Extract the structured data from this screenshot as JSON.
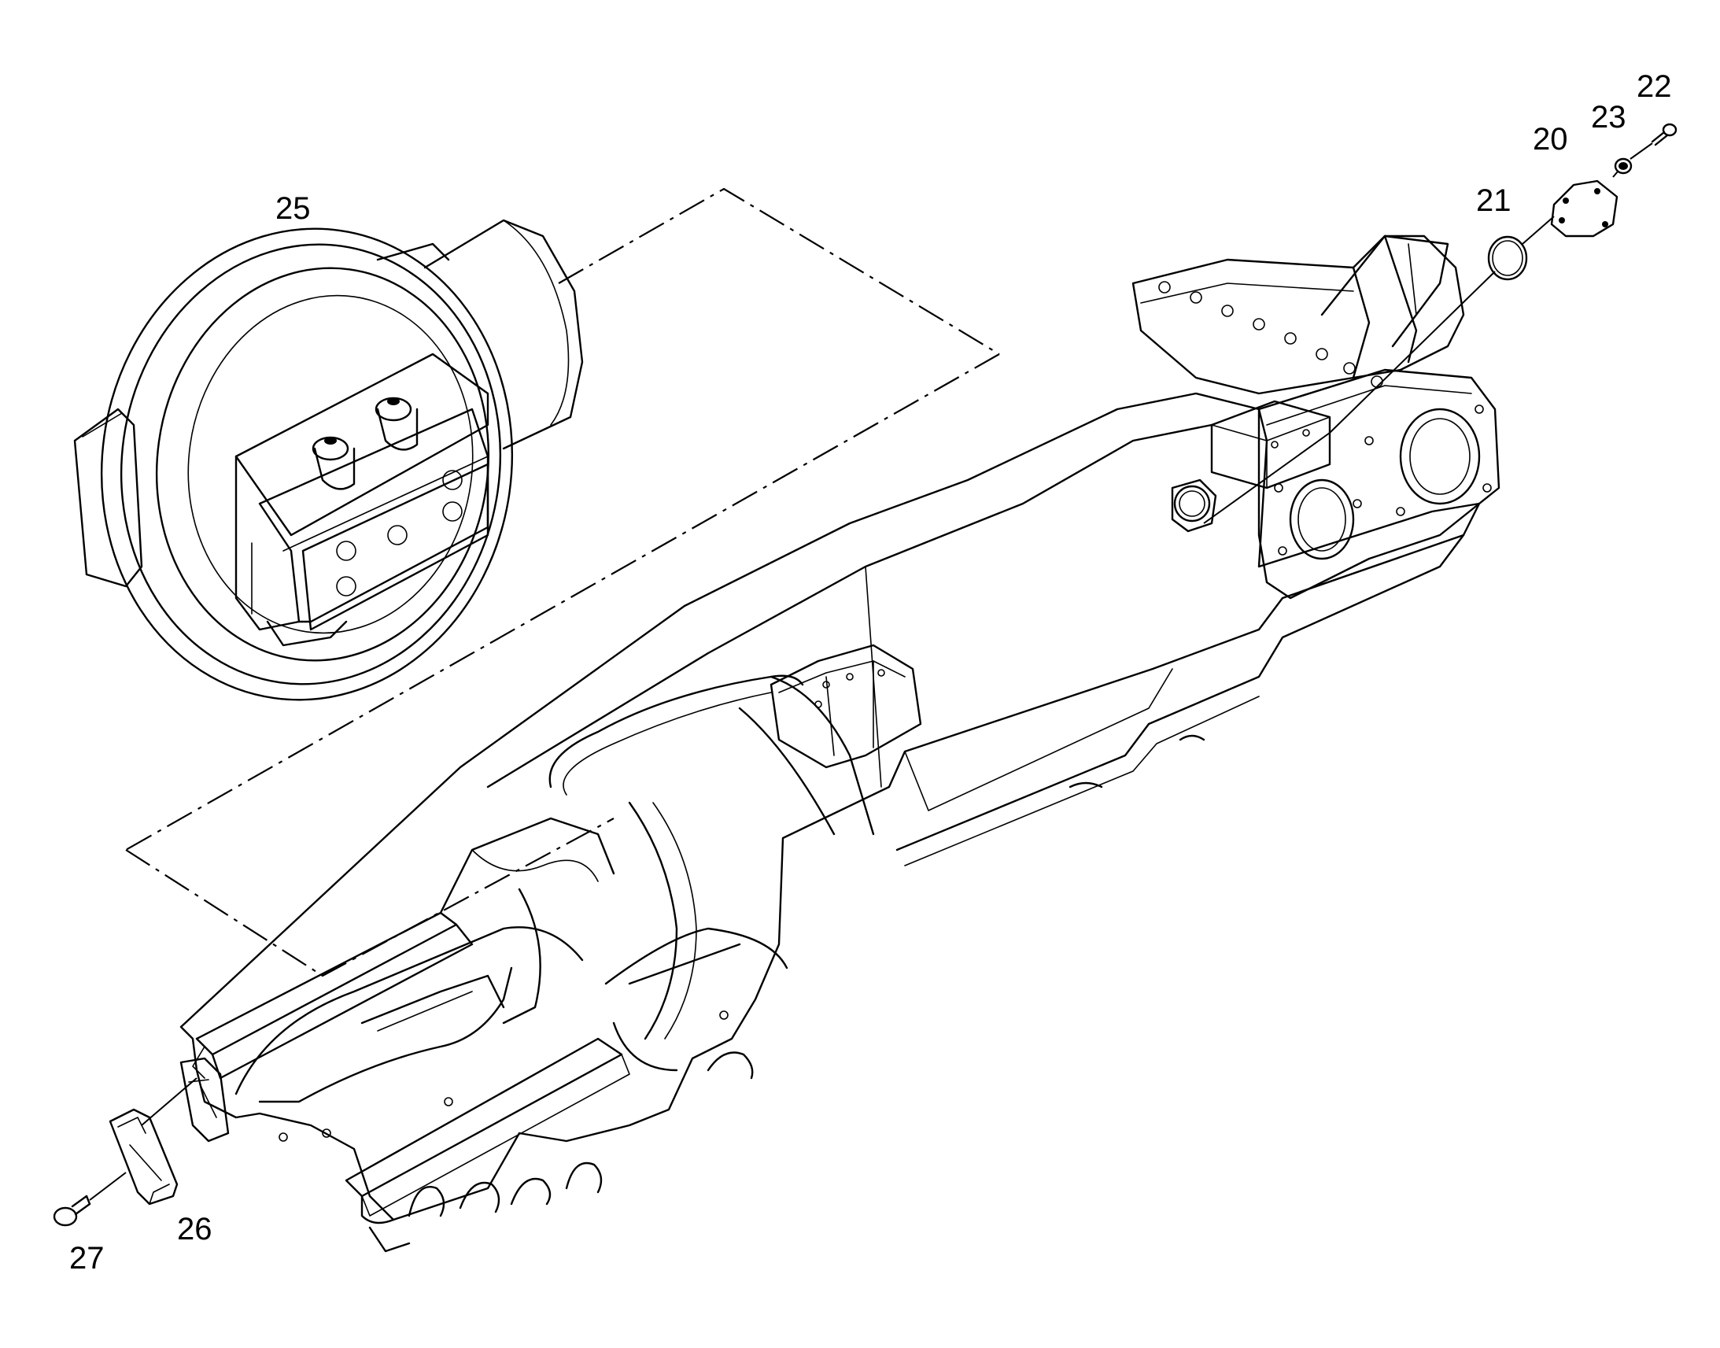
{
  "callouts": [
    {
      "id": "p25",
      "label": "25",
      "part": "front-idler-assembly"
    },
    {
      "id": "p21",
      "label": "21",
      "part": "o-ring"
    },
    {
      "id": "p20",
      "label": "20",
      "part": "cover-plate"
    },
    {
      "id": "p23",
      "label": "23",
      "part": "lock-washer"
    },
    {
      "id": "p22",
      "label": "22",
      "part": "bolt"
    },
    {
      "id": "p26",
      "label": "26",
      "part": "guide-plate"
    },
    {
      "id": "p27",
      "label": "27",
      "part": "bolt"
    }
  ]
}
